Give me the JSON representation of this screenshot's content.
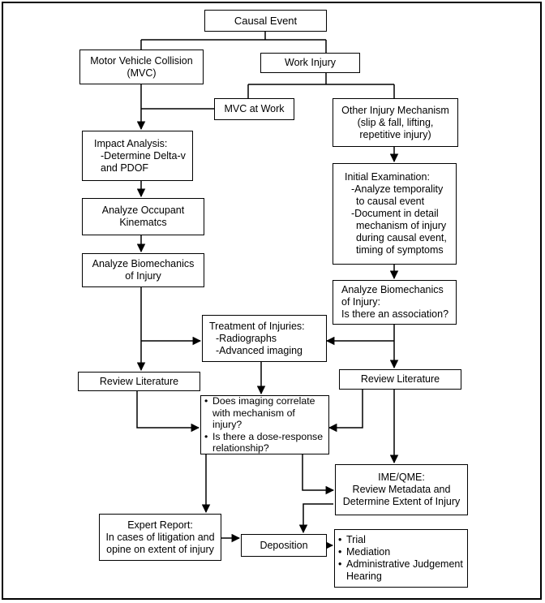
{
  "nodes": {
    "causal_event": "Causal Event",
    "mvc": [
      "Motor Vehicle Collision",
      "(MVC)"
    ],
    "work_injury": "Work Injury",
    "mvc_at_work": "MVC at Work",
    "other_mech": [
      "Other Injury Mechanism",
      "(slip & fall, lifting,",
      "repetitive injury)"
    ],
    "impact": {
      "title": "Impact Analysis:",
      "lines": [
        "-Determine Delta-v",
        "and PDOF"
      ]
    },
    "occupant": [
      "Analyze Occupant",
      "Kinematcs"
    ],
    "biomech_left": [
      "Analyze Biomechanics",
      "of Injury"
    ],
    "initial_exam": {
      "title": "Initial Examination:",
      "lines": [
        "-Analyze temporality",
        "to causal event",
        "-Document in detail",
        "mechanism of injury",
        "during causal event,",
        "timing of symptoms"
      ]
    },
    "biomech_right": [
      "Analyze Biomechanics",
      "of Injury:",
      "Is there an association?"
    ],
    "treatment": {
      "title": "Treatment of Injuries:",
      "lines": [
        "-Radiographs",
        "-Advanced imaging"
      ]
    },
    "review_left": "Review Literature",
    "review_right": "Review Literature",
    "questions": [
      "Does imaging correlate with mechanism of injury?",
      "Is there a dose-response relationship?"
    ],
    "ime": [
      "IME/QME:",
      "Review Metadata and",
      "Determine Extent of Injury"
    ],
    "expert": [
      "Expert Report:",
      "In cases of litigation and",
      "opine on extent of injury"
    ],
    "deposition": "Deposition",
    "outcomes": [
      "Trial",
      "Mediation",
      "Administrative Judgement Hearing"
    ]
  }
}
